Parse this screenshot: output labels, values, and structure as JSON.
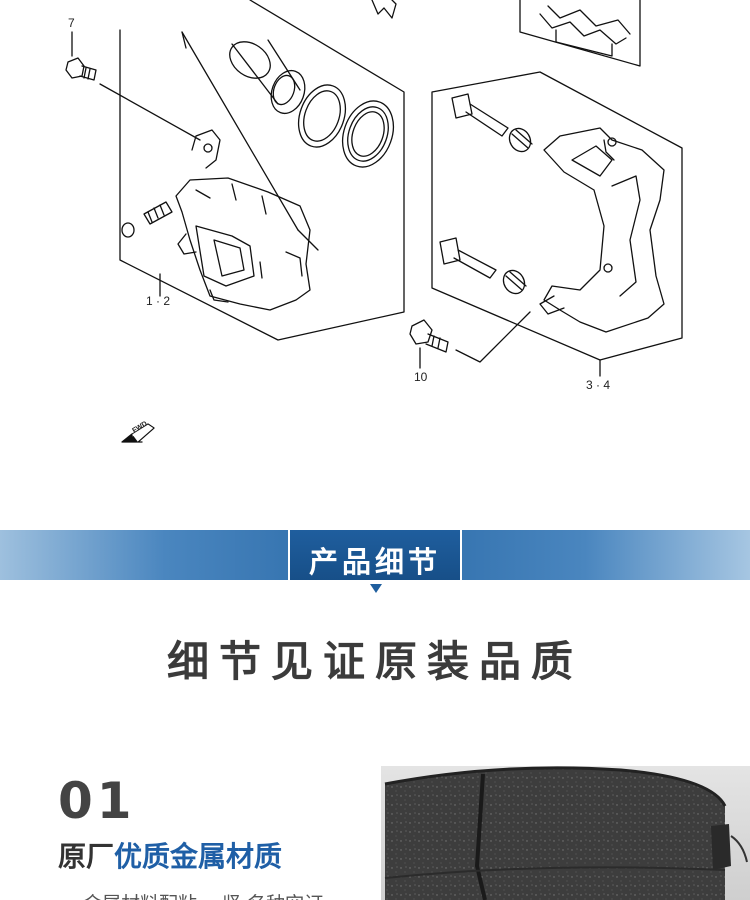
{
  "diagram": {
    "callouts": [
      {
        "id": "c7",
        "text": "7"
      },
      {
        "id": "c12",
        "text": "1 · 2"
      },
      {
        "id": "c10",
        "text": "10"
      },
      {
        "id": "c34",
        "text": "3 · 4"
      }
    ],
    "fwd_label": "FWD"
  },
  "banner": {
    "title": "产品细节"
  },
  "headline": "细节见证原装品质",
  "feature": {
    "number": "01",
    "title_dark": "原厂",
    "title_blue": "优质金属材质",
    "description": "… 金属材料配粘… 坚 名种空订"
  },
  "colors": {
    "accent": "#1f5fa6",
    "banner": "#2a6aa8",
    "text": "#3b3b3b"
  }
}
